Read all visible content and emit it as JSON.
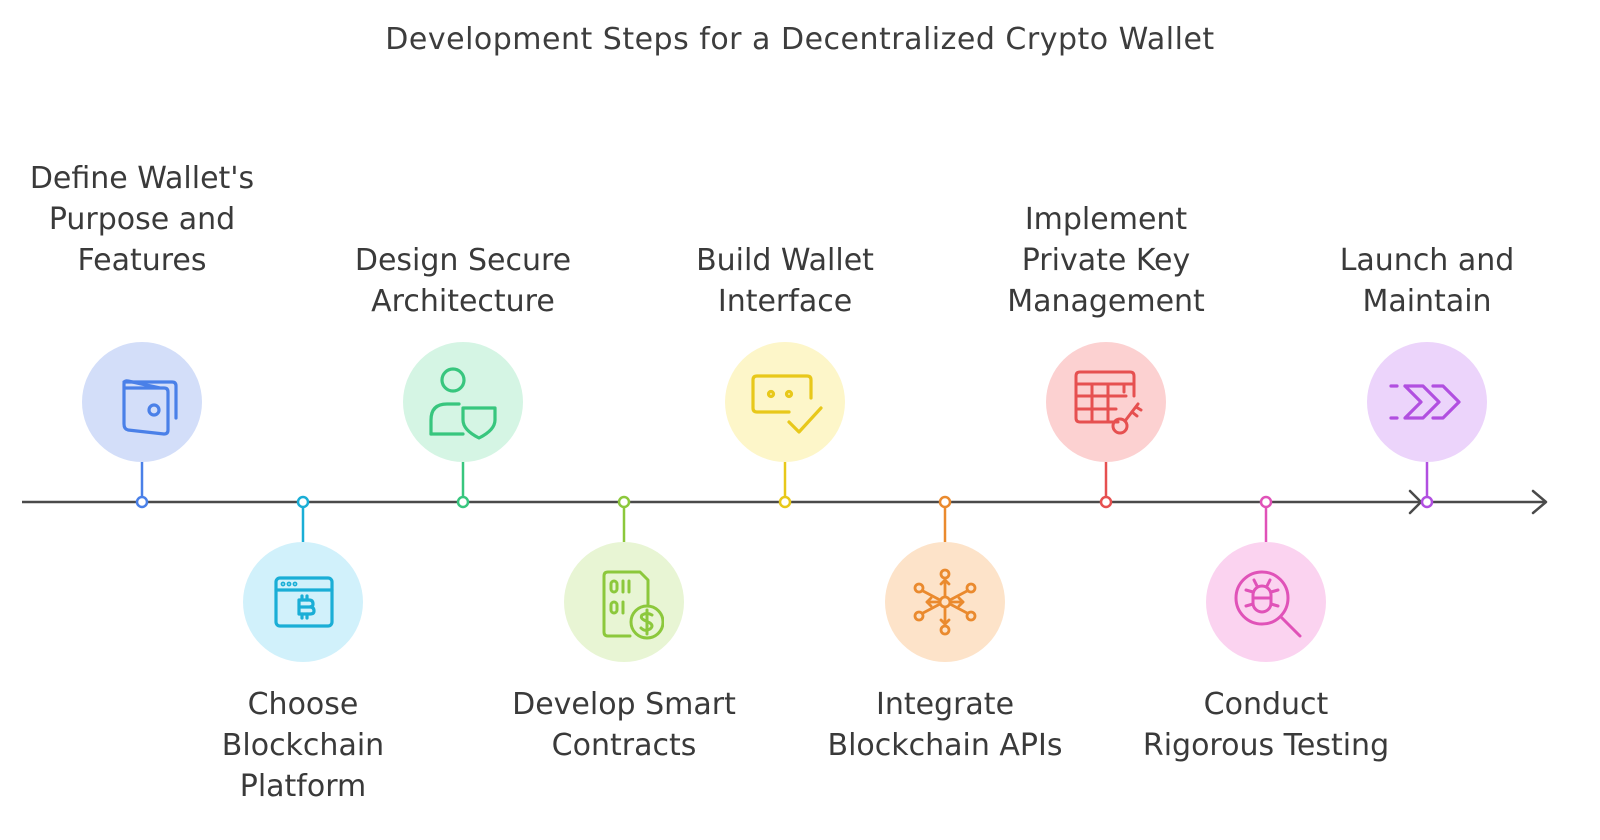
{
  "title": "Development Steps for a Decentralized Crypto Wallet",
  "steps": [
    {
      "label": "Define Wallet's Purpose and Features",
      "icon": "wallet-icon",
      "position": "above",
      "color": "#4a80e8",
      "fill": "#d3def9"
    },
    {
      "label": "Choose Blockchain Platform",
      "icon": "bitcoin-browser-icon",
      "position": "below",
      "color": "#1aaed6",
      "fill": "#d1f1fb"
    },
    {
      "label": "Design Secure Architecture",
      "icon": "user-shield-icon",
      "position": "above",
      "color": "#38c67e",
      "fill": "#d5f5e4"
    },
    {
      "label": "Develop Smart Contracts",
      "icon": "binary-dollar-icon",
      "position": "below",
      "color": "#8cc83c",
      "fill": "#e8f5d4"
    },
    {
      "label": "Build Wallet Interface",
      "icon": "chat-check-icon",
      "position": "above",
      "color": "#e8c81a",
      "fill": "#fdf6c9"
    },
    {
      "label": "Integrate Blockchain APIs",
      "icon": "network-hub-icon",
      "position": "below",
      "color": "#ea8a2e",
      "fill": "#fde3c9"
    },
    {
      "label": "Implement Private Key Management",
      "icon": "table-key-icon",
      "position": "above",
      "color": "#e65050",
      "fill": "#fcd1d1"
    },
    {
      "label": "Conduct Rigorous Testing",
      "icon": "bug-search-icon",
      "position": "below",
      "color": "#e052b8",
      "fill": "#fbd3f0"
    },
    {
      "label": "Launch and Maintain",
      "icon": "double-chevron-icon",
      "position": "above",
      "color": "#b14fe0",
      "fill": "#ecd4fb"
    }
  ]
}
